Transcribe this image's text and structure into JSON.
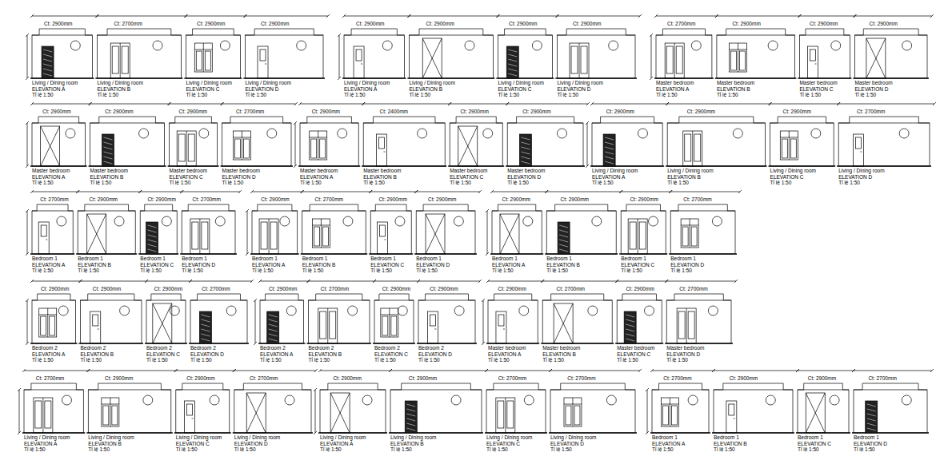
{
  "diagram": {
    "labels": [
      "Living / Dining room",
      "ELEVATION A",
      "Tỉ lệ 1:50",
      "Ct: 2900mm",
      "Living / Dining room",
      "ELEVATION B",
      "Tỉ lệ 1:50",
      "Ct: 2700mm",
      "Living / Dining room",
      "ELEVATION C",
      "Tỉ lệ 1:50",
      "Ct: 2900mm",
      "Living / Dining room",
      "ELEVATION D",
      "Tỉ lệ 1:50",
      "Ct: 2900mm",
      "Living / Dining room",
      "ELEVATION A",
      "Tỉ lệ 1:50",
      "Ct: 2900mm",
      "Living / Dining room",
      "ELEVATION B",
      "Tỉ lệ 1:50",
      "Ct: 2900mm",
      "Living / Dining room",
      "ELEVATION C",
      "Tỉ lệ 1:50",
      "Ct: 2900mm",
      "Living / Dining room",
      "ELEVATION D",
      "Tỉ lệ 1:50",
      "Ct: 2900mm",
      "Master bedroom",
      "ELEVATION A",
      "Tỉ lệ 1:50",
      "Ct: 2700mm",
      "Master bedroom",
      "ELEVATION B",
      "Tỉ lệ 1:50",
      "Ct: 2900mm",
      "Master bedroom",
      "ELEVATION C",
      "Tỉ lệ 1:50",
      "Ct: 2900mm",
      "Master bedroom",
      "ELEVATION D",
      "Tỉ lệ 1:50",
      "Ct: 2900mm",
      "Master bedroom",
      "ELEVATION A",
      "Tỉ lệ 1:50",
      "Ct: 2900mm",
      "Master bedroom",
      "ELEVATION B",
      "Tỉ lệ 1:50",
      "Ct: 2900mm",
      "Master bedroom",
      "ELEVATION C",
      "Tỉ lệ 1:50",
      "Ct: 2900mm",
      "Master bedroom",
      "ELEVATION D",
      "Tỉ lệ 1:50",
      "Ct: 2700mm",
      "Master bedroom",
      "ELEVATION A",
      "Tỉ lệ 1:50",
      "Ct: 2900mm",
      "Master bedroom",
      "ELEVATION B",
      "Tỉ lệ 1:50",
      "Ct: 2400mm",
      "Master bedroom",
      "ELEVATION C",
      "Tỉ lệ 1:50",
      "Ct: 2900mm",
      "Master bedroom",
      "ELEVATION D",
      "Tỉ lệ 1:50",
      "Ct: 2900mm",
      "Living / Dining room",
      "ELEVATION A",
      "Tỉ lệ 1:50",
      "Ct: 2900mm",
      "Living / Dining room",
      "ELEVATION B",
      "Tỉ lệ 1:50",
      "Ct: 2900mm",
      "Living / Dining room",
      "ELEVATION C",
      "Tỉ lệ 1:50",
      "Ct: 2900mm",
      "Living / Dining room",
      "ELEVATION D",
      "Tỉ lệ 1:50",
      "Ct: 2700mm",
      "Bedroom 1",
      "ELEVATION A",
      "Tỉ lệ 1:50",
      "Ct: 2700mm",
      "Bedroom 1",
      "ELEVATION B",
      "Tỉ lệ 1:50",
      "Ct: 2900mm",
      "Bedroom 1",
      "ELEVATION C",
      "Tỉ lệ 1:50",
      "Ct: 2900mm",
      "Bedroom 1",
      "ELEVATION D",
      "Tỉ lệ 1:50",
      "Ct: 2700mm",
      "Bedroom 1",
      "ELEVATION A",
      "Tỉ lệ 1:50",
      "Ct: 2900mm",
      "Bedroom 1",
      "ELEVATION B",
      "Tỉ lệ 1:50",
      "Ct: 2700mm",
      "Bedroom 1",
      "ELEVATION C",
      "Tỉ lệ 1:50",
      "Ct: 2900mm",
      "Bedroom 1",
      "ELEVATION D",
      "Tỉ lệ 1:50",
      "Ct: 2900mm",
      "Bedroom 1",
      "ELEVATION A",
      "Tỉ lệ 1:50",
      "Ct: 2900mm",
      "Bedroom 1",
      "ELEVATION B",
      "Tỉ lệ 1:50",
      "Ct: 2900mm",
      "Bedroom 1",
      "ELEVATION C",
      "Tỉ lệ 1:50",
      "Ct: 2900mm",
      "Bedroom 1",
      "ELEVATION D",
      "Tỉ lệ 1:50",
      "Ct: 2700mm",
      "Bedroom 2",
      "ELEVATION A",
      "Tỉ lệ 1:50",
      "Ct: 2900mm",
      "Bedroom 2",
      "ELEVATION B",
      "Tỉ lệ 1:50",
      "Ct: 2900mm",
      "Bedroom 2",
      "ELEVATION C",
      "Tỉ lệ 1:50",
      "Ct: 2900mm",
      "Bedroom 2",
      "ELEVATION D",
      "Tỉ lệ 1:50",
      "Ct: 2700mm",
      "Bedroom 2",
      "ELEVATION A",
      "Tỉ lệ 1:50",
      "Ct: 2900mm",
      "Bedroom 2",
      "ELEVATION B",
      "Tỉ lệ 1:50",
      "Ct: 2700mm",
      "Bedroom 2",
      "ELEVATION C",
      "Tỉ lệ 1:50",
      "Ct: 2900mm",
      "Bedroom 2",
      "ELEVATION D",
      "Tỉ lệ 1:50",
      "Ct: 2900mm",
      "Master bedroom",
      "ELEVATION A",
      "Tỉ lệ 1:50",
      "Ct: 2900mm",
      "Master bedroom",
      "ELEVATION B",
      "Tỉ lệ 1:50",
      "Ct: 2700mm",
      "Master bedroom",
      "ELEVATION C",
      "Tỉ lệ 1:50",
      "Ct: 2900mm",
      "Master bedroom",
      "ELEVATION D",
      "Tỉ lệ 1:50",
      "Ct: 2700mm",
      "Living / Dining room",
      "ELEVATION A",
      "Tỉ lệ 1:50",
      "Ct: 2700mm",
      "Living / Dining room",
      "ELEVATION B",
      "Tỉ lệ 1:50",
      "Ct: 2900mm",
      "Living / Dining room",
      "ELEVATION C",
      "Tỉ lệ 1:50",
      "Ct: 2900mm",
      "Living / Dining room",
      "ELEVATION D",
      "Tỉ lệ 1:50",
      "Ct: 2700mm",
      "Living / Dining room",
      "ELEVATION A",
      "Tỉ lệ 1:50",
      "Ct: 2900mm",
      "Living / Dining room",
      "ELEVATION B",
      "Tỉ lệ 1:50",
      "Ct: 2900mm",
      "Living / Dining room",
      "ELEVATION C",
      "Tỉ lệ 1:50",
      "Ct: 2700mm",
      "Living / Dining room",
      "ELEVATION D",
      "Tỉ lệ 1:50",
      "Ct: 2700mm",
      "Bedroom 1",
      "ELEVATION A",
      "Tỉ lệ 1:50",
      "Ct: 2700mm",
      "Bedroom 1",
      "ELEVATION B",
      "Tỉ lệ 1:50",
      "Ct: 2900mm",
      "Bedroom 1",
      "ELEVATION C",
      "Tỉ lệ 1:50",
      "Ct: 2900mm",
      "Bedroom 1",
      "ELEVATION D",
      "Tỉ lệ 1:50",
      "Ct: 2700mm"
    ]
  }
}
